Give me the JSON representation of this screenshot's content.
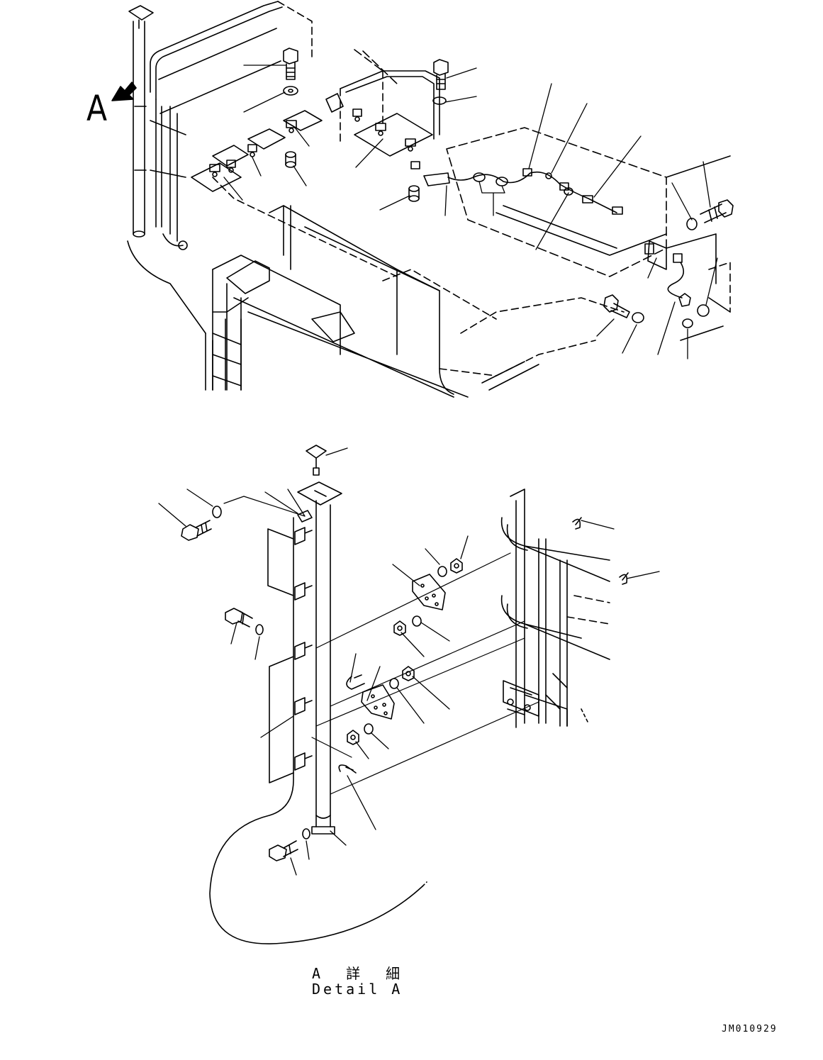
{
  "view_marker": {
    "label": "A"
  },
  "detail_caption": {
    "japanese": "A 詳 細",
    "english": "Detail A"
  },
  "drawing_number": "JM010929",
  "colors": {
    "line": "#000000",
    "background": "#ffffff"
  }
}
